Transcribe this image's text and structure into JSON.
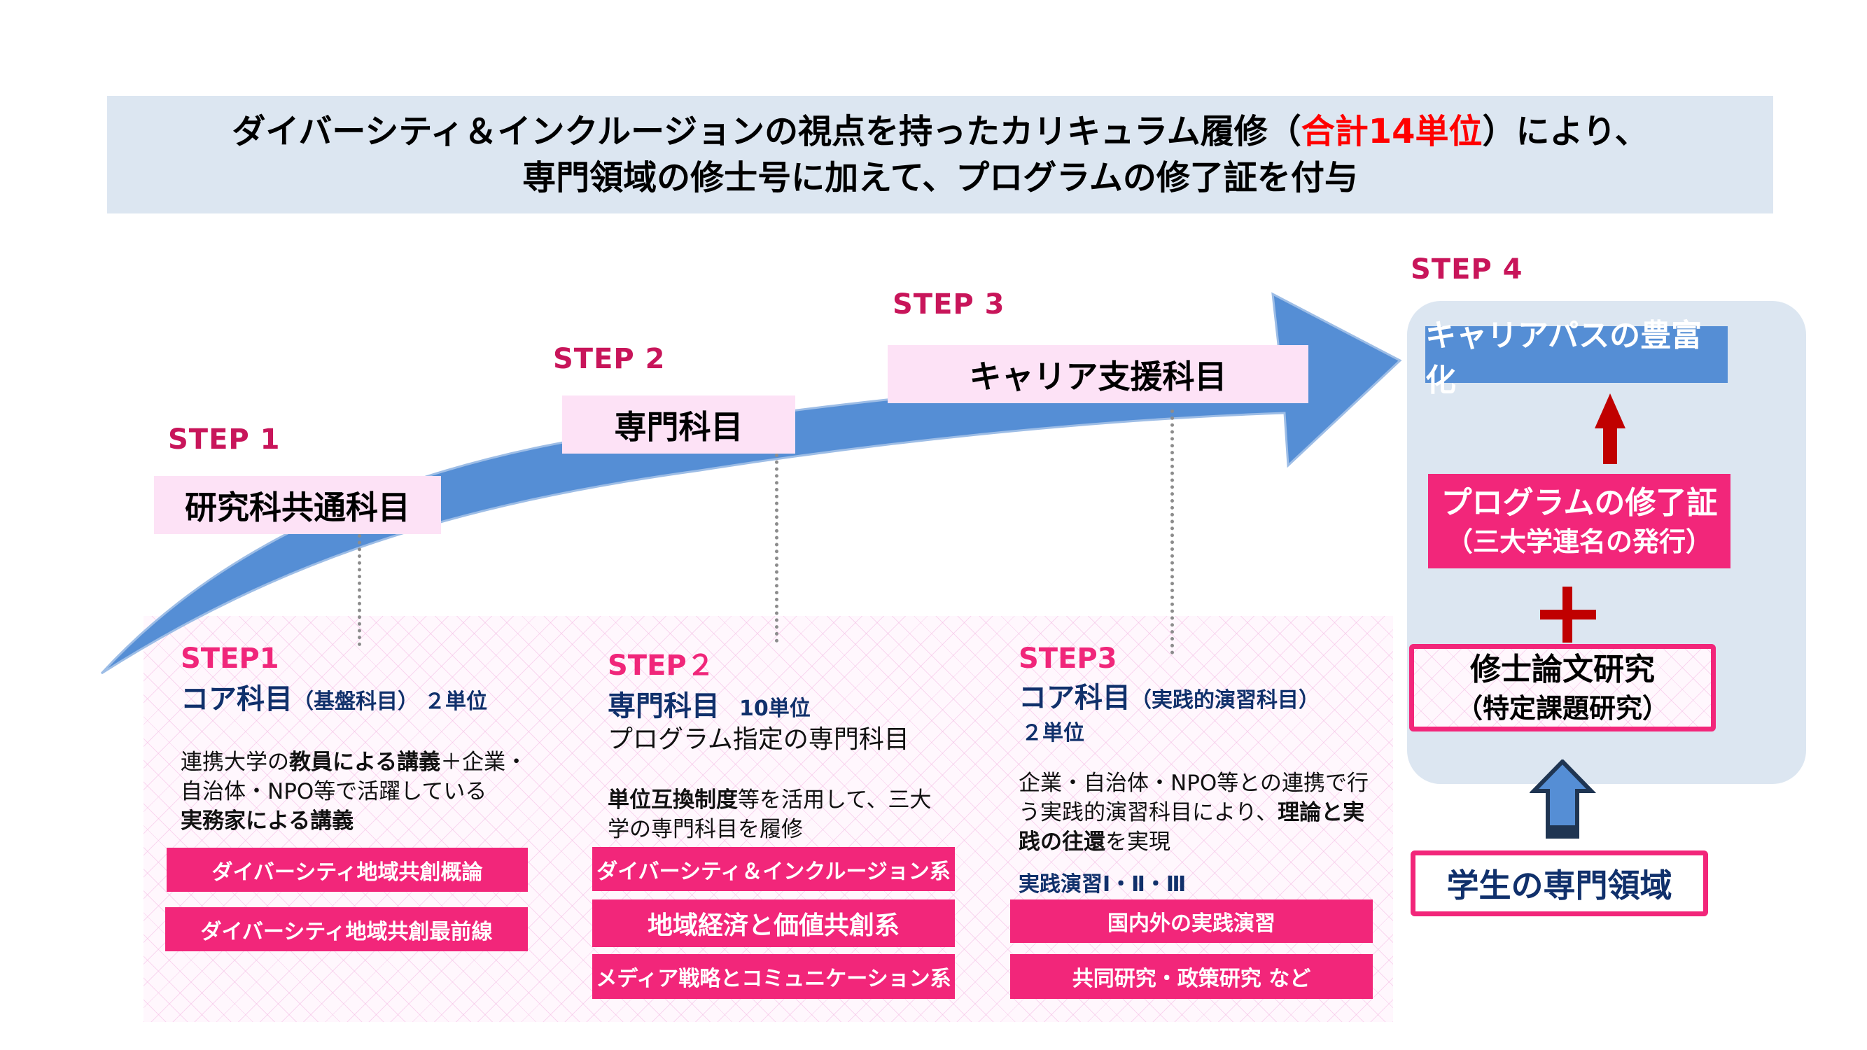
{
  "banner": {
    "line1_pre": "ダイバーシティ＆インクルージョンの視点を持ったカリキュラム履修（",
    "line1_accent": "合計14単位",
    "line1_post": "）により、",
    "line2": "専門領域の修士号に加えて、プログラムの修了証を付与",
    "accent_color": "#ff0000"
  },
  "timeline": {
    "steps": [
      {
        "label": "STEP 1",
        "box": "研究科共通科目"
      },
      {
        "label": "STEP 2",
        "box": "専門科目"
      },
      {
        "label": "STEP 3",
        "box": "キャリア支援科目"
      },
      {
        "label": "STEP 4"
      }
    ]
  },
  "columns": [
    {
      "step": "STEP1",
      "title": "コア科目",
      "subtitle": "（基盤科目）",
      "credits": "２単位",
      "desc": [
        {
          "t": "連携大学の",
          "b": false
        },
        {
          "t": "教員による講義",
          "b": true
        },
        {
          "t": "＋企業・自治体・NPO等で活躍している",
          "b": false
        },
        {
          "t": "実務家による講義",
          "b": true
        }
      ],
      "courses": [
        "ダイバーシティ地域共創概論",
        "ダイバーシティ地域共創最前線"
      ]
    },
    {
      "step": "STEP２",
      "title": "専門科目",
      "credits": "10単位",
      "subtitle2": "プログラム指定の専門科目",
      "desc": [
        {
          "t": "単位互換制度",
          "b": true
        },
        {
          "t": "等を活用して、三大学の専門科目を履修",
          "b": false
        }
      ],
      "courses": [
        "ダイバーシティ＆インクルージョン系",
        "地域経済と価値共創系",
        "メディア戦略とコミュニケーション系"
      ]
    },
    {
      "step": "STEP3",
      "title": "コア科目",
      "subtitle": "（実践的演習科目）",
      "credits": "２単位",
      "desc": [
        {
          "t": "企業・自治体・NPO等との連携で行う実践的演習科目により、",
          "b": false
        },
        {
          "t": "理論と実践の往還",
          "b": true
        },
        {
          "t": "を実現",
          "b": false
        }
      ],
      "practice_label": "実践演習Ⅰ・Ⅱ・Ⅲ",
      "courses": [
        "国内外の実践演習",
        "共同研究・政策研究 など"
      ]
    }
  ],
  "step4": {
    "career": "キャリアパスの豊富化",
    "certificate_line1": "プログラムの修了証",
    "certificate_line2": "（三大学連名の発行）",
    "plus": "＋",
    "thesis_line1": "修士論文研究",
    "thesis_line2": "（特定課題研究）",
    "student_domain": "学生の専門領域"
  },
  "colors": {
    "pink": "#f2267a",
    "step_label": "#c8155a",
    "navy": "#10306b",
    "arrow_blue": "#558ed5",
    "panel_bg": "#dce6f1",
    "red_arrow": "#c00000"
  }
}
